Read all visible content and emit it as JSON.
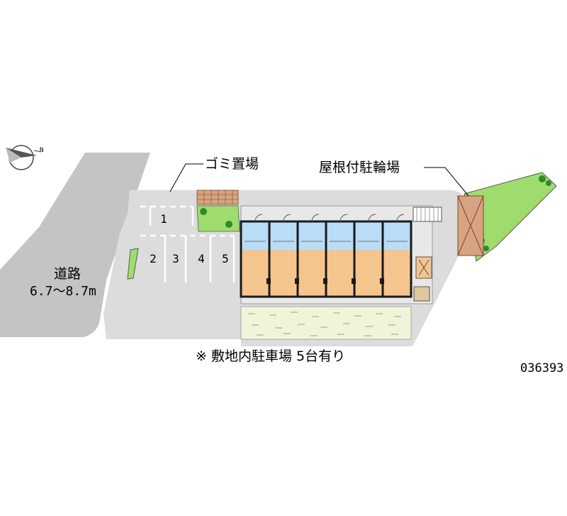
{
  "labels": {
    "garbage": "ゴミ置場",
    "bicycle": "屋根付駐輪場",
    "road_name": "道路",
    "road_width": "6.7～8.7m",
    "note": "※ 敷地内駐車場 5台有り",
    "property_id": "036393"
  },
  "parking_spaces": [
    "1",
    "2",
    "3",
    "4",
    "5"
  ],
  "colors": {
    "road": "#c4c4c4",
    "site": "#dcdcdc",
    "green": "#9fdc6e",
    "tree": "#2f8a2a",
    "building_upper": "#b9dcf7",
    "building_lower": "#f5c58e",
    "wall": "#1a1a1a",
    "bicycle_shed": "#d8a383",
    "garbage_brick": "#d7a37c",
    "yard": "#eef5d9"
  },
  "icons": [
    "compass-icon",
    "tree-icon",
    "bicycle-shed-icon"
  ]
}
